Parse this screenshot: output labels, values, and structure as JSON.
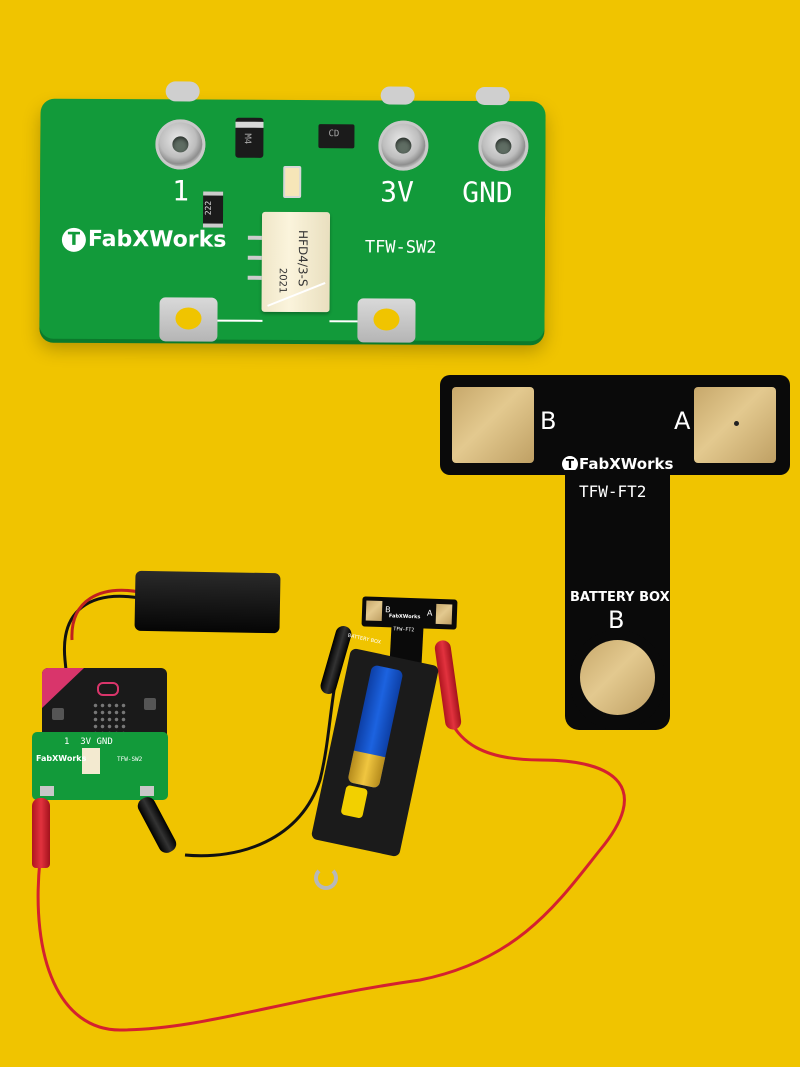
{
  "switch_board": {
    "label_1": "1",
    "label_3v": "3V",
    "label_gnd": "GND",
    "logo_text": "FabXWorks",
    "model": "TFW-SW2",
    "relay_text_1": "HFD4/3-S",
    "relay_text_2": "2021",
    "resistor_code": "222",
    "diode_code": "M4",
    "chip_code": "CD"
  },
  "t_board": {
    "label_b": "B",
    "label_a": "A",
    "logo_text": "FabXWorks",
    "model": "TFW-FT2",
    "battery_label": "BATTERY BOX",
    "battery_letter": "B"
  },
  "small_setup": {
    "sw_labels": "1  3V GND",
    "sw_logo": "FabXWorks",
    "sw_model": "TFW-SW2",
    "t_b": "B",
    "t_a": "A",
    "t_logo": "FabXWorks",
    "t_model": "TFW-FT2",
    "battery_text": "BATTERY BOX"
  },
  "colors": {
    "background": "#f0c400",
    "pcb_green": "#129a3a",
    "pcb_black": "#0a0a0a",
    "gold_pad": "#d8bb7f",
    "red_wire": "#d4212f",
    "black_wire": "#111111"
  }
}
